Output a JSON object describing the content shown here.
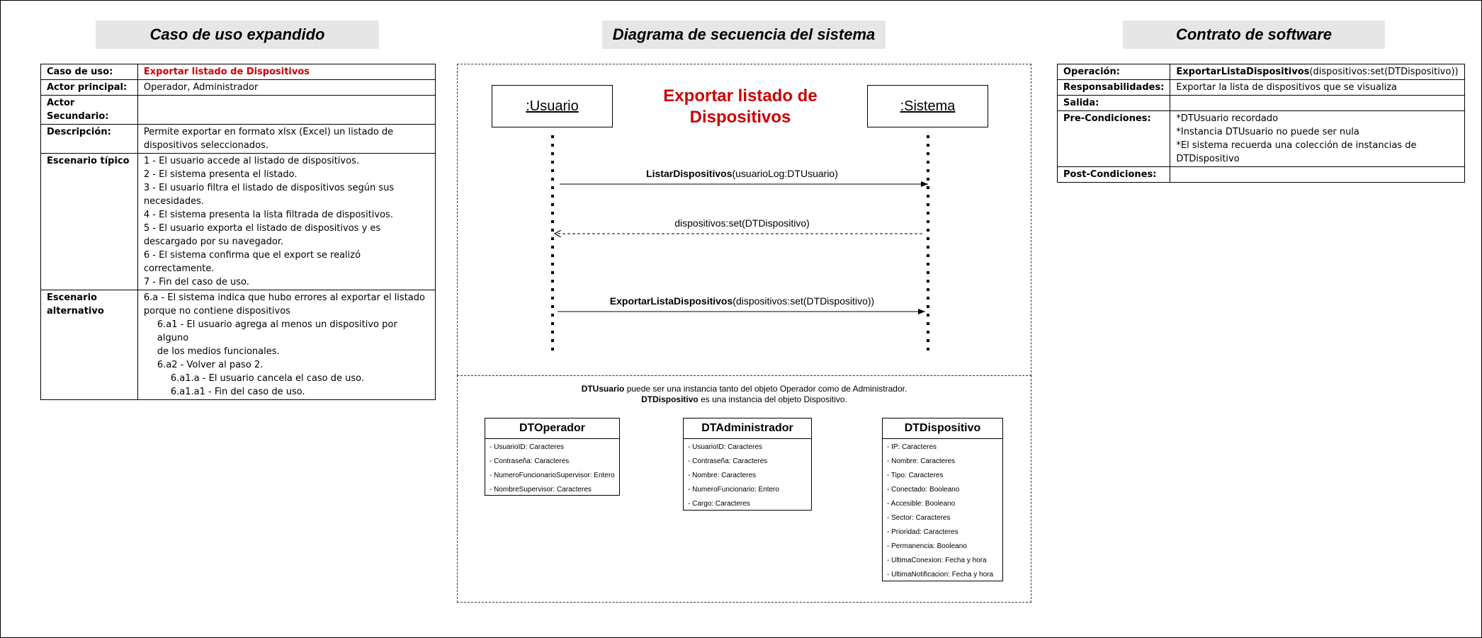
{
  "sections": {
    "use_case_title": "Caso de uso expandido",
    "sequence_title": "Diagrama de secuencia del sistema",
    "contract_title": "Contrato de software"
  },
  "use_case": {
    "caso_label": "Caso de uso:",
    "caso_value": "Exportar listado de Dispositivos",
    "actor_principal_label": "Actor principal:",
    "actor_principal_value": "Operador, Administrador",
    "actor_secundario_label": "Actor Secundario:",
    "actor_secundario_value": "",
    "descripcion_label": "Descripción:",
    "descripcion_lines": [
      "Permite exportar en formato xlsx (Excel) un listado de",
      "dispositivos seleccionados."
    ],
    "escenario_label": "Escenario típico",
    "escenario_lines": [
      "1 - El usuario accede al listado de dispositivos.",
      "2 - El sistema presenta el listado.",
      "3 - El usuario filtra el listado de dispositivos según sus",
      "necesidades.",
      "4 - El sistema presenta la lista filtrada de dispositivos.",
      "5 - El usuario exporta el listado de dispositivos y es",
      "descargado por su navegador.",
      "6 - El sistema confirma que el export se realizó correctamente.",
      "7 - Fin del caso de uso."
    ],
    "alternativo_label_1": "Escenario",
    "alternativo_label_2": "alternativo",
    "alternativo_lines": [
      {
        "text": "6.a - El sistema indica que hubo errores al exportar el listado",
        "indent": 0
      },
      {
        "text": "porque no contiene dispositivos",
        "indent": 0
      },
      {
        "text": "6.a1 - El usuario agrega al menos un dispositivo por alguno",
        "indent": 1
      },
      {
        "text": "de los medios funcionales.",
        "indent": 1
      },
      {
        "text": "6.a2 - Volver al paso 2.",
        "indent": 1
      },
      {
        "text": "6.a1.a - El usuario cancela el caso de uso.",
        "indent": 2
      },
      {
        "text": "6.a1.a1 - Fin del caso de uso.",
        "indent": 2
      }
    ]
  },
  "sequence": {
    "title_line1": "Exportar listado de",
    "title_line2": "Dispositivos",
    "actor_usuario": ":Usuario",
    "actor_sistema": ":Sistema",
    "messages": [
      {
        "bold": "ListarDispositivos",
        "rest": "(usuarioLog:DTUsuario)"
      },
      {
        "bold": "",
        "rest": "dispositivos:set(DTDispositivo)"
      },
      {
        "bold": "ExportarListaDispositivos",
        "rest": "(dispositivos:set(DTDispositivo))"
      }
    ]
  },
  "notes": {
    "line1_bold": "DTUsuario",
    "line1_rest": " puede ser una instancia tanto del objeto Operador como de Administrador.",
    "line2_bold": "DTDispositivo",
    "line2_rest": " es una instancia del objeto Dispositivo."
  },
  "classes": [
    {
      "name": "DTOperador",
      "attrs": [
        "- UsuarioID: Caracteres",
        "- Contraseña: Caracteres",
        "- NumeroFuncionarioSupervisor: Entero",
        "- NombreSupervisor: Caracteres"
      ]
    },
    {
      "name": "DTAdministrador",
      "attrs": [
        "- UsuarioID: Caracteres",
        "- Contraseña: Caracteres",
        "- Nombre: Caracteres",
        "- NumeroFuncionario: Entero",
        "- Cargo: Caracteres"
      ]
    },
    {
      "name": "DTDispositivo",
      "attrs": [
        "- IP: Caracteres",
        "- Nombre: Caracteres",
        "- Tipo: Caracteres",
        "- Conectado: Booleano",
        "- Accesible: Booleano",
        "- Sector: Caracteres",
        "- Prioridad:  Caracteres",
        "- Permanencia: Booleano",
        "- UltimaConexion: Fecha y hora",
        "- UltimaNotificacion: Fecha y hora"
      ]
    }
  ],
  "contract": {
    "operacion_label": "Operación:",
    "operacion_bold": "ExportarListaDispositivos",
    "operacion_rest": "(dispositivos:set(DTDispositivo))",
    "responsabilidades_label": "Responsabilidades:",
    "responsabilidades_value": "Exportar la lista de dispositivos que se visualiza",
    "salida_label": "Salida:",
    "salida_value": "",
    "precondiciones_label": "Pre-Condiciones:",
    "precondiciones_lines": [
      "*DTUsuario recordado",
      "*Instancia DTUsuario no puede ser nula",
      "*El sistema recuerda una colección de instancias de",
      "DTDispositivo"
    ],
    "postcondiciones_label": "Post-Condiciones:",
    "postcondiciones_value": ""
  }
}
